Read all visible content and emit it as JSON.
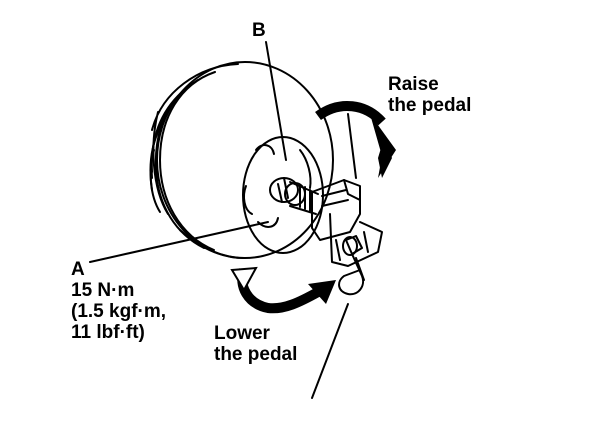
{
  "labels": {
    "b": "B",
    "a": "A",
    "torque": [
      "15 N·m",
      "(1.5 kgf·m,",
      "11 lbf·ft)"
    ],
    "raise": [
      "Raise",
      "the pedal"
    ],
    "lower": [
      "Lower",
      "the pedal"
    ]
  },
  "colors": {
    "ink": "#000000",
    "paper": "#ffffff"
  }
}
